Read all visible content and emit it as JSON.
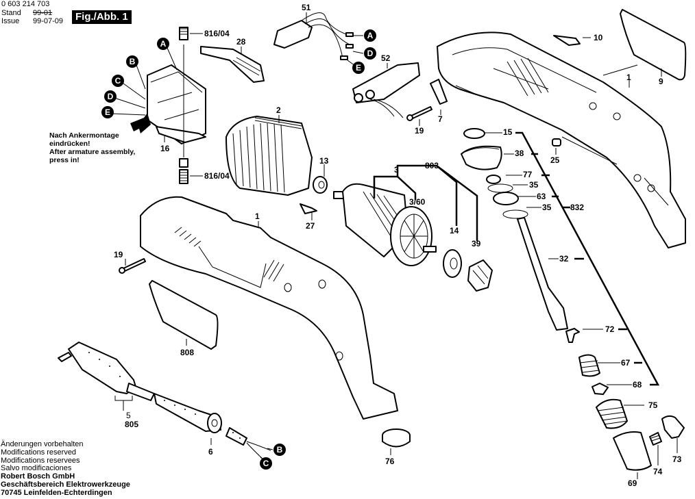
{
  "header": {
    "part_number": "0 603 214 703",
    "stand_label": "Stand",
    "stand_value": "99-01",
    "issue_label": "Issue",
    "issue_value": "99-07-09",
    "figure_title": "Fig./Abb. 1"
  },
  "assembly_note": {
    "line1": "Nach Ankermontage",
    "line2": "eindrücken!",
    "line3": "After armature assembly,",
    "line4": "press in!"
  },
  "footer": {
    "line1": "Änderungen vorbehalten",
    "line2": "Modifications reserved",
    "line3": "Modifications reservees",
    "line4": "Salvo modificaciones",
    "company": "Robert Bosch GmbH",
    "division": "Geschäftsbereich Elektrowerkzeuge",
    "address": "70745 Leinfelden-Echterdingen"
  },
  "wire_markers": [
    "A",
    "B",
    "C",
    "D",
    "E"
  ],
  "part_labels": {
    "p816_top": "816/04",
    "p816_bot": "816/04",
    "p28": "28",
    "p16": "16",
    "p2": "2",
    "p13": "13",
    "p27": "27",
    "p51": "51",
    "p52": "52",
    "p19_top": "19",
    "p7": "7",
    "p10": "10",
    "p9": "9",
    "p1_right": "1",
    "p25": "25",
    "p3": "3",
    "p803": "803",
    "p3_60": "3/60",
    "p14": "14",
    "p39": "39",
    "p15": "15",
    "p38": "38",
    "p77": "77",
    "p35a": "35",
    "p63": "63",
    "p35b": "35",
    "p832": "832",
    "p32": "32",
    "p72": "72",
    "p67": "67",
    "p68": "68",
    "p75": "75",
    "p73": "73",
    "p74": "74",
    "p69": "69",
    "p1_left": "1",
    "p19_left": "19",
    "p808": "808",
    "p5": "5",
    "p805": "805",
    "p6": "6",
    "p76": "76"
  }
}
